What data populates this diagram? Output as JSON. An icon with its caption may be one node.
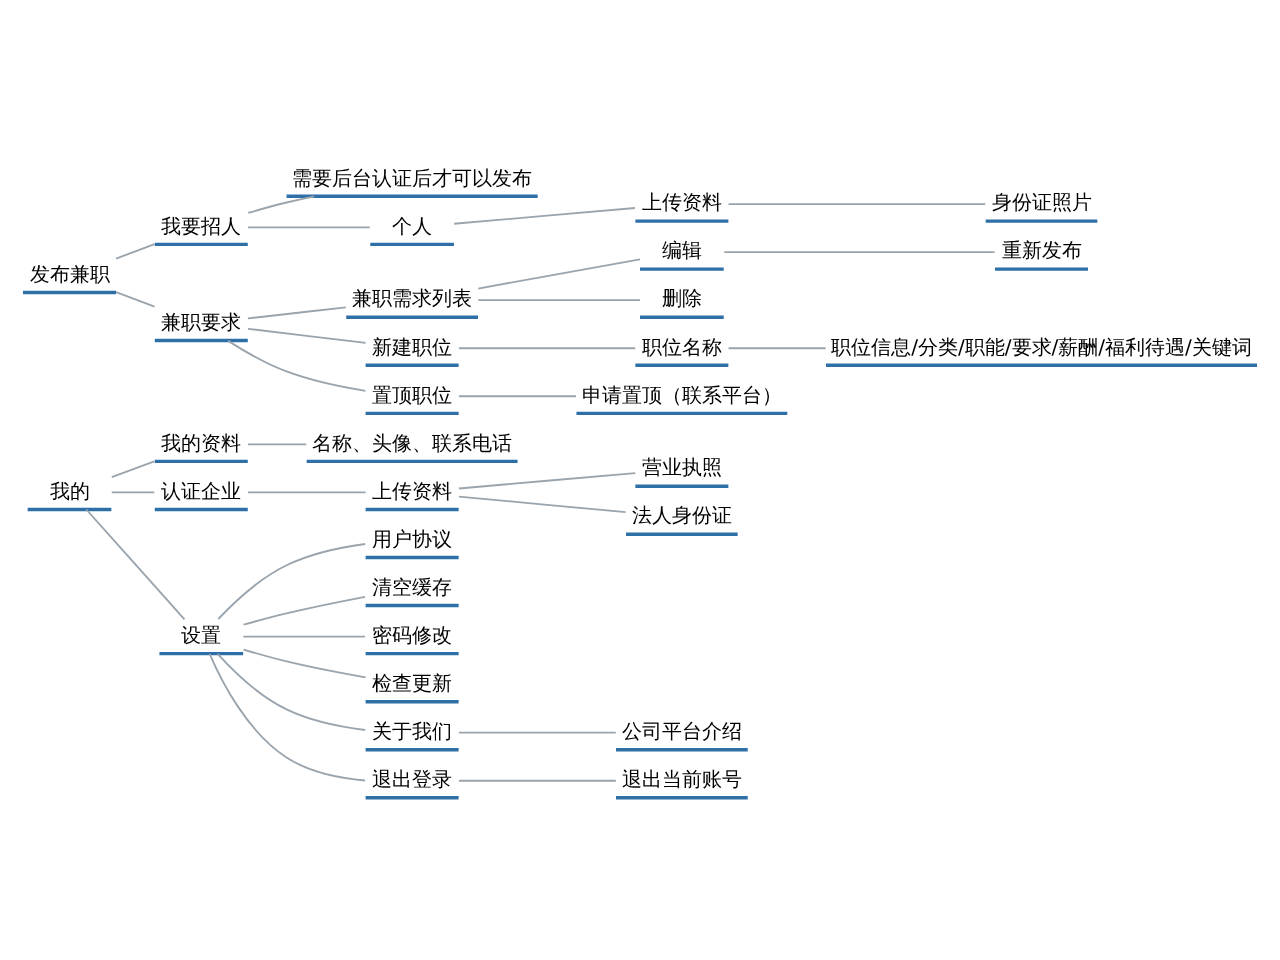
{
  "diagram": {
    "nodes": [
      {
        "text": [
          "发布兼职"
        ]
      },
      {
        "text": [
          "我要招人"
        ]
      },
      {
        "text": [
          "需要后台认证后才可以发布"
        ]
      },
      {
        "text": [
          "个人"
        ]
      },
      {
        "text": [
          "上传资料"
        ]
      },
      {
        "text": [
          "身份证照片"
        ]
      },
      {
        "text": [
          "兼职要求"
        ]
      },
      {
        "text": [
          "兼职需求列表"
        ]
      },
      {
        "text": [
          "编辑"
        ]
      },
      {
        "text": [
          "重新发布"
        ]
      },
      {
        "text": [
          "删除"
        ]
      },
      {
        "text": [
          "新建职位"
        ]
      },
      {
        "text": [
          "职位名称"
        ]
      },
      {
        "text": [
          "职位信息/分类/职能/要求/薪酬/福利待遇/关键词"
        ]
      },
      {
        "text": [
          "置顶职位"
        ]
      },
      {
        "text": [
          "申请置顶（联系平台）"
        ]
      },
      {
        "text": [
          "我的"
        ]
      },
      {
        "text": [
          "我的资料"
        ]
      },
      {
        "text": [
          "名称、头像、联系电话"
        ]
      },
      {
        "text": [
          "认证企业"
        ]
      },
      {
        "text": [
          "上传资料"
        ]
      },
      {
        "text": [
          "营业执照"
        ]
      },
      {
        "text": [
          "法人身份证"
        ]
      },
      {
        "text": [
          "设置"
        ]
      },
      {
        "text": [
          "用户协议"
        ]
      },
      {
        "text": [
          "清空缓存"
        ]
      },
      {
        "text": [
          "密码修改"
        ]
      },
      {
        "text": [
          "检查更新"
        ]
      },
      {
        "text": [
          "关于我们"
        ]
      },
      {
        "text": [
          "公司平台介绍"
        ]
      },
      {
        "text": [
          "退出登录"
        ]
      },
      {
        "text": [
          "退出当前账号"
        ]
      }
    ],
    "edges": [
      {
        "from": 0,
        "to": 1,
        "arrow": "none"
      },
      {
        "from": 1,
        "to": 2,
        "arrow": "none"
      },
      {
        "from": 1,
        "to": 3,
        "arrow": "none"
      },
      {
        "from": 3,
        "to": 4,
        "arrow": "none"
      },
      {
        "from": 4,
        "to": 5,
        "arrow": "none"
      },
      {
        "from": 0,
        "to": 6,
        "arrow": "none"
      },
      {
        "from": 6,
        "to": 7,
        "arrow": "none"
      },
      {
        "from": 7,
        "to": 8,
        "arrow": "none"
      },
      {
        "from": 8,
        "to": 9,
        "arrow": "none"
      },
      {
        "from": 7,
        "to": 10,
        "arrow": "none"
      },
      {
        "from": 6,
        "to": 11,
        "arrow": "none"
      },
      {
        "from": 11,
        "to": 12,
        "arrow": "none"
      },
      {
        "from": 12,
        "to": 13,
        "arrow": "none"
      },
      {
        "from": 6,
        "to": 14,
        "arrow": "none"
      },
      {
        "from": 14,
        "to": 15,
        "arrow": "none"
      },
      {
        "from": 16,
        "to": 17,
        "arrow": "none"
      },
      {
        "from": 17,
        "to": 18,
        "arrow": "none"
      },
      {
        "from": 16,
        "to": 19,
        "arrow": "none"
      },
      {
        "from": 19,
        "to": 20,
        "arrow": "none"
      },
      {
        "from": 20,
        "to": 21,
        "arrow": "none"
      },
      {
        "from": 20,
        "to": 22,
        "arrow": "none"
      },
      {
        "from": 16,
        "to": 23,
        "arrow": "none"
      },
      {
        "from": 23,
        "to": 24,
        "arrow": "none"
      },
      {
        "from": 23,
        "to": 25,
        "arrow": "none"
      },
      {
        "from": 23,
        "to": 26,
        "arrow": "none"
      },
      {
        "from": 23,
        "to": 27,
        "arrow": "none"
      },
      {
        "from": 23,
        "to": 28,
        "arrow": "none"
      },
      {
        "from": 28,
        "to": 29,
        "arrow": "none"
      },
      {
        "from": 23,
        "to": 30,
        "arrow": "none"
      },
      {
        "from": 30,
        "to": 31,
        "arrow": "none"
      }
    ]
  }
}
